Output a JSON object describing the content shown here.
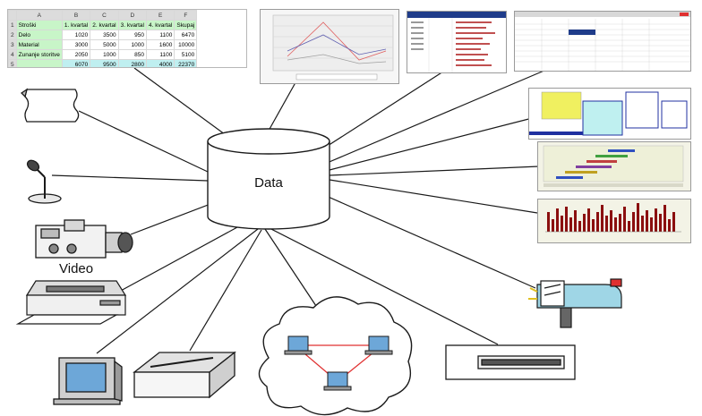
{
  "diagram": {
    "center_label": "Data",
    "video_label": "Video"
  },
  "spreadsheet": {
    "column_headers": [
      "",
      "A",
      "B",
      "C",
      "D",
      "E",
      "F"
    ],
    "header_row": [
      "1",
      "Stroški",
      "1. kvartal",
      "2. kvartal",
      "3. kvartal",
      "4. kvartal",
      "Skupaj"
    ],
    "rows": [
      [
        "2",
        "Delo",
        "1020",
        "3500",
        "950",
        "1100",
        "6470"
      ],
      [
        "3",
        "Material",
        "3000",
        "5000",
        "1000",
        "1600",
        "10000"
      ],
      [
        "4",
        "Zunanje storitve",
        "2050",
        "1000",
        "850",
        "1100",
        "5100"
      ],
      [
        "5",
        "",
        "6070",
        "9500",
        "2800",
        "4000",
        "22370"
      ]
    ]
  },
  "colors": {
    "line": "#1a1a1a",
    "bar_chart": "#8b0f0f",
    "mailbox": "#9fd6e6",
    "monitor_screen": "#6da7d8",
    "network_link": "#e03030"
  }
}
